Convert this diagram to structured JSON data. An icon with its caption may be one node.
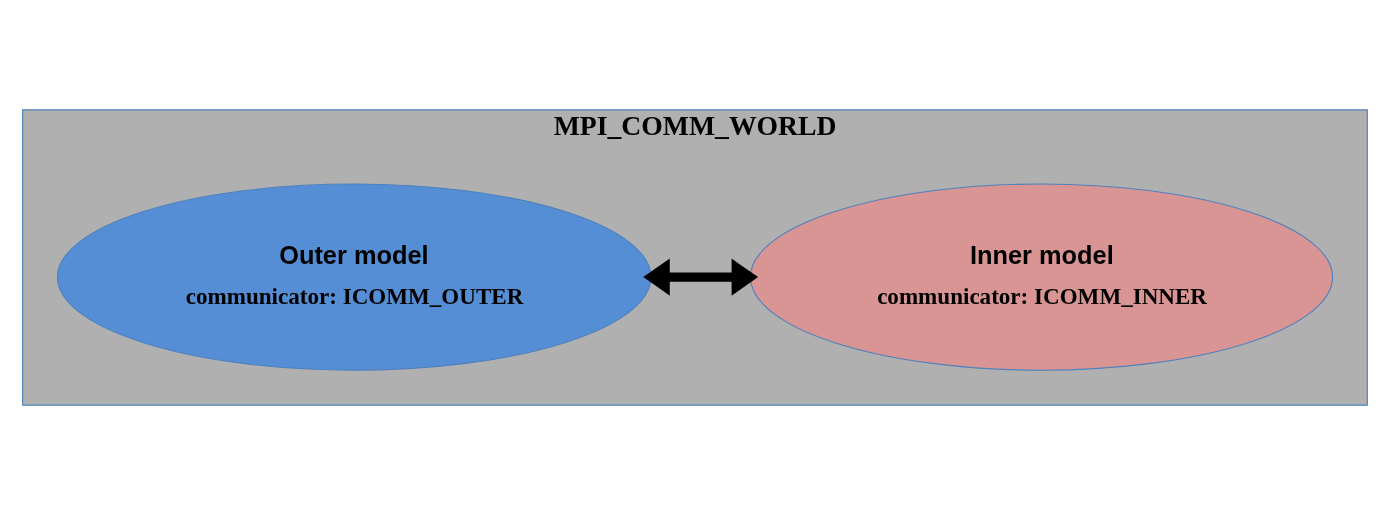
{
  "diagram": {
    "nodes": [
      {
        "text": [
          "MPI_COMM_WORLD"
        ]
      },
      {
        "text": [
          "Outer model",
          "communicator: ICOMM_OUTER"
        ],
        "in": 0
      },
      {
        "text": [
          "Inner model",
          "communicator: ICOMM_INNER"
        ],
        "in": 0
      }
    ],
    "edges": [
      {
        "from": 1,
        "to": 2,
        "arrow": "both"
      }
    ]
  }
}
